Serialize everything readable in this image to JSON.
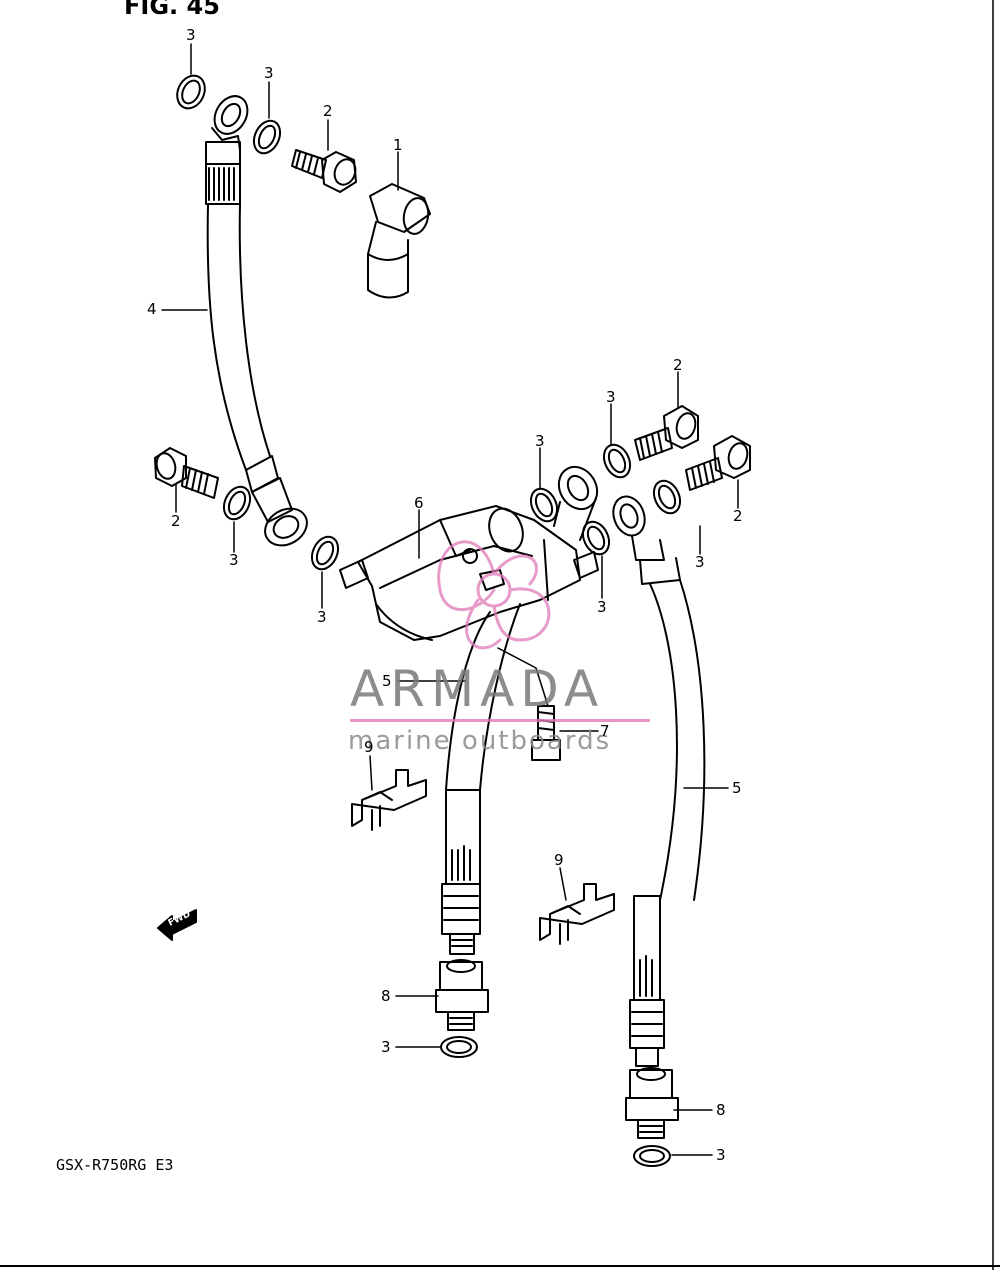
{
  "figure": {
    "title": "FIG. 45",
    "model_code": "GSX-R750RG  E3",
    "fwd_label": "FWD"
  },
  "watermark": {
    "brand": "ARMADA",
    "tagline": "marine outboards",
    "accent_color": "#e07ab8"
  },
  "callouts": [
    {
      "id": "c1",
      "number": "3"
    },
    {
      "id": "c2",
      "number": "3"
    },
    {
      "id": "c3",
      "number": "2"
    },
    {
      "id": "c4",
      "number": "1"
    },
    {
      "id": "c5",
      "number": "4"
    },
    {
      "id": "c6",
      "number": "2"
    },
    {
      "id": "c7",
      "number": "3"
    },
    {
      "id": "c8",
      "number": "3"
    },
    {
      "id": "c9",
      "number": "6"
    },
    {
      "id": "c10",
      "number": "3"
    },
    {
      "id": "c11",
      "number": "3"
    },
    {
      "id": "c12",
      "number": "2"
    },
    {
      "id": "c13",
      "number": "2"
    },
    {
      "id": "c14",
      "number": "3"
    },
    {
      "id": "c15",
      "number": "3"
    },
    {
      "id": "c16",
      "number": "5"
    },
    {
      "id": "c17",
      "number": "7"
    },
    {
      "id": "c18",
      "number": "9"
    },
    {
      "id": "c19",
      "number": "5"
    },
    {
      "id": "c20",
      "number": "9"
    },
    {
      "id": "c21",
      "number": "8"
    },
    {
      "id": "c22",
      "number": "3"
    },
    {
      "id": "c23",
      "number": "8"
    },
    {
      "id": "c24",
      "number": "3"
    }
  ]
}
